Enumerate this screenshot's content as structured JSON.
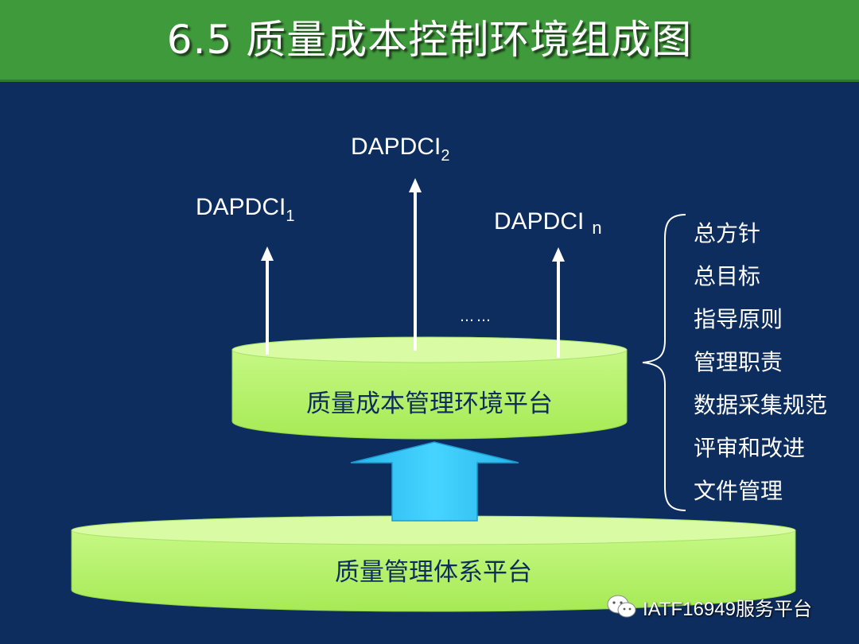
{
  "title": "6.5 质量成本控制环境组成图",
  "outputs": [
    {
      "base": "DAPDCI",
      "sub": "1"
    },
    {
      "base": "DAPDCI",
      "sub": "2"
    },
    {
      "base": "DAPDCI",
      "sub": "n"
    }
  ],
  "ellipsis": "……",
  "platforms": {
    "upper": "质量成本管理环境平台",
    "lower": "质量管理体系平台"
  },
  "components": [
    "总方针",
    "总目标",
    "指导原则",
    "管理职责",
    "数据采集规范",
    "评审和改进",
    "文件管理"
  ],
  "watermark": "IATF16949服务平台",
  "colors": {
    "background": "#0d2d5e",
    "title_bar": "#3f9a3c",
    "platform_fill": "#b7f56a",
    "platform_top": "#d8fba4",
    "big_arrow": "#33c8f5",
    "arrow": "#ffffff"
  }
}
